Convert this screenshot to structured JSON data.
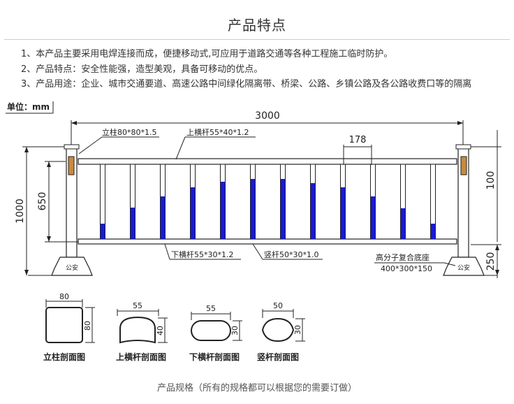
{
  "title": "产品特点",
  "features": [
    "1、本产品主要采用电焊连接而成，便捷移动式,可应用于道路交通等各种工程施工临时防护。",
    "2、产品特点：安全性能强，造型美观，具备可移动的优点。",
    "3、产品用途：企业、城市交通要道、高速公路中间绿化隔离带、桥梁、公路、乡镇公路及各公路收费口等的隔离"
  ],
  "drawing": {
    "unit_label": "单位：mm",
    "overall_width": "3000",
    "baluster_spacing": "178",
    "post_label": "立柱80*80*1.5",
    "top_rail_label": "上横杆55*40*1.2",
    "bottom_rail_label": "下横杆55*30*1.2",
    "baluster_label": "竖杆50*30*1.0",
    "base_label_1": "高分子复合底座",
    "base_label_2": "400*300*150",
    "height_total": "1000",
    "height_rails": "650",
    "height_top": "100",
    "height_base": "250",
    "base_stamp": "公安",
    "accent_color": "#1a1ad6",
    "sections": [
      {
        "w": "80",
        "h": "80",
        "label": "立柱剖面图"
      },
      {
        "w": "55",
        "h": "40",
        "label": "上横杆剖面图"
      },
      {
        "w": "55",
        "h": "30",
        "label": "下横杆剖面图"
      },
      {
        "w": "50",
        "h": "30",
        "label": "竖杆剖面图"
      }
    ]
  },
  "caption": "产品规格（所有的规格都可以根据您的需要订做）"
}
